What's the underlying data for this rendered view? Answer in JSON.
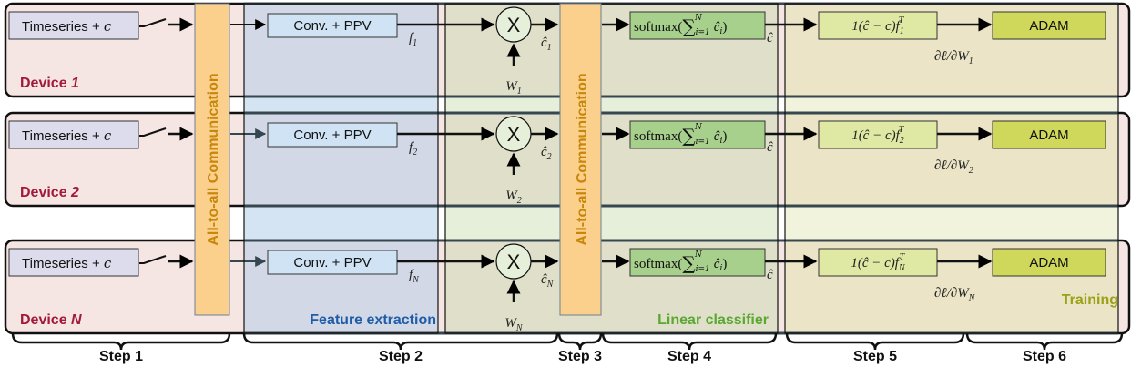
{
  "diagram": {
    "devices": [
      {
        "label_prefix": "Device ",
        "label_index": "1",
        "input": "Timeseries + ",
        "input_var": "c",
        "feature": "f",
        "feature_sub": "1",
        "weight": "W",
        "weight_sub": "1",
        "pred": "ĉ",
        "pred_sub": "1",
        "grad_f_sub": "1",
        "grad_label": "∂ℓ/∂W",
        "grad_sub": "1"
      },
      {
        "label_prefix": "Device ",
        "label_index": "2",
        "input": "Timeseries + ",
        "input_var": "c",
        "feature": "f",
        "feature_sub": "2",
        "weight": "W",
        "weight_sub": "2",
        "pred": "ĉ",
        "pred_sub": "2",
        "grad_f_sub": "2",
        "grad_label": "∂ℓ/∂W",
        "grad_sub": "2"
      },
      {
        "label_prefix": "Device ",
        "label_index": "N",
        "input": "Timeseries + ",
        "input_var": "c",
        "feature": "f",
        "feature_sub": "N",
        "weight": "W",
        "weight_sub": "N",
        "pred": "ĉ",
        "pred_sub": "N",
        "grad_f_sub": "N",
        "grad_label": "∂ℓ/∂W",
        "grad_sub": "N"
      }
    ],
    "blocks": {
      "conv": "Conv. + PPV",
      "multiply": "X",
      "softmax_prefix": "softmax(",
      "softmax_sum": "∑",
      "softmax_sum_upper": "N",
      "softmax_sum_lower": "i=1",
      "softmax_term": "ĉ",
      "softmax_term_sub": "i",
      "softmax_suffix": ")",
      "softmax_output": "ĉ",
      "grad_prefix": "1(ĉ − c)f",
      "grad_sup": "T",
      "optimizer": "ADAM"
    },
    "communication": {
      "first": "All-to-all Communication",
      "second": "All-to-all Communication"
    },
    "regions": {
      "feature_extraction": "Feature extraction",
      "linear_classifier": "Linear classifier",
      "training": "Training"
    },
    "steps": [
      "Step 1",
      "Step 2",
      "Step 3",
      "Step 4",
      "Step 5",
      "Step 6"
    ],
    "colors": {
      "device_bg": "#f5e6e4",
      "feature_bg": "#d3d8e6",
      "feature_gap_bg": "#d5e4f3",
      "classifier_bg": "#dfdfca",
      "classifier_gap_bg": "#e6efd9",
      "training_bg": "#ebe4c6",
      "training_gap_bg": "#f1f3dc",
      "comm_fill": "#fbd08c",
      "device_label": "#a3193a",
      "feature_label": "#1f5da8",
      "classifier_label": "#5aa832",
      "training_label": "#9aa114",
      "input_box": "#dcdcec",
      "conv_box": "#cfe3f5",
      "softmax_box": "#a8d08d",
      "grad_box": "#e0e9a4",
      "adam_box": "#cfd85a"
    }
  }
}
